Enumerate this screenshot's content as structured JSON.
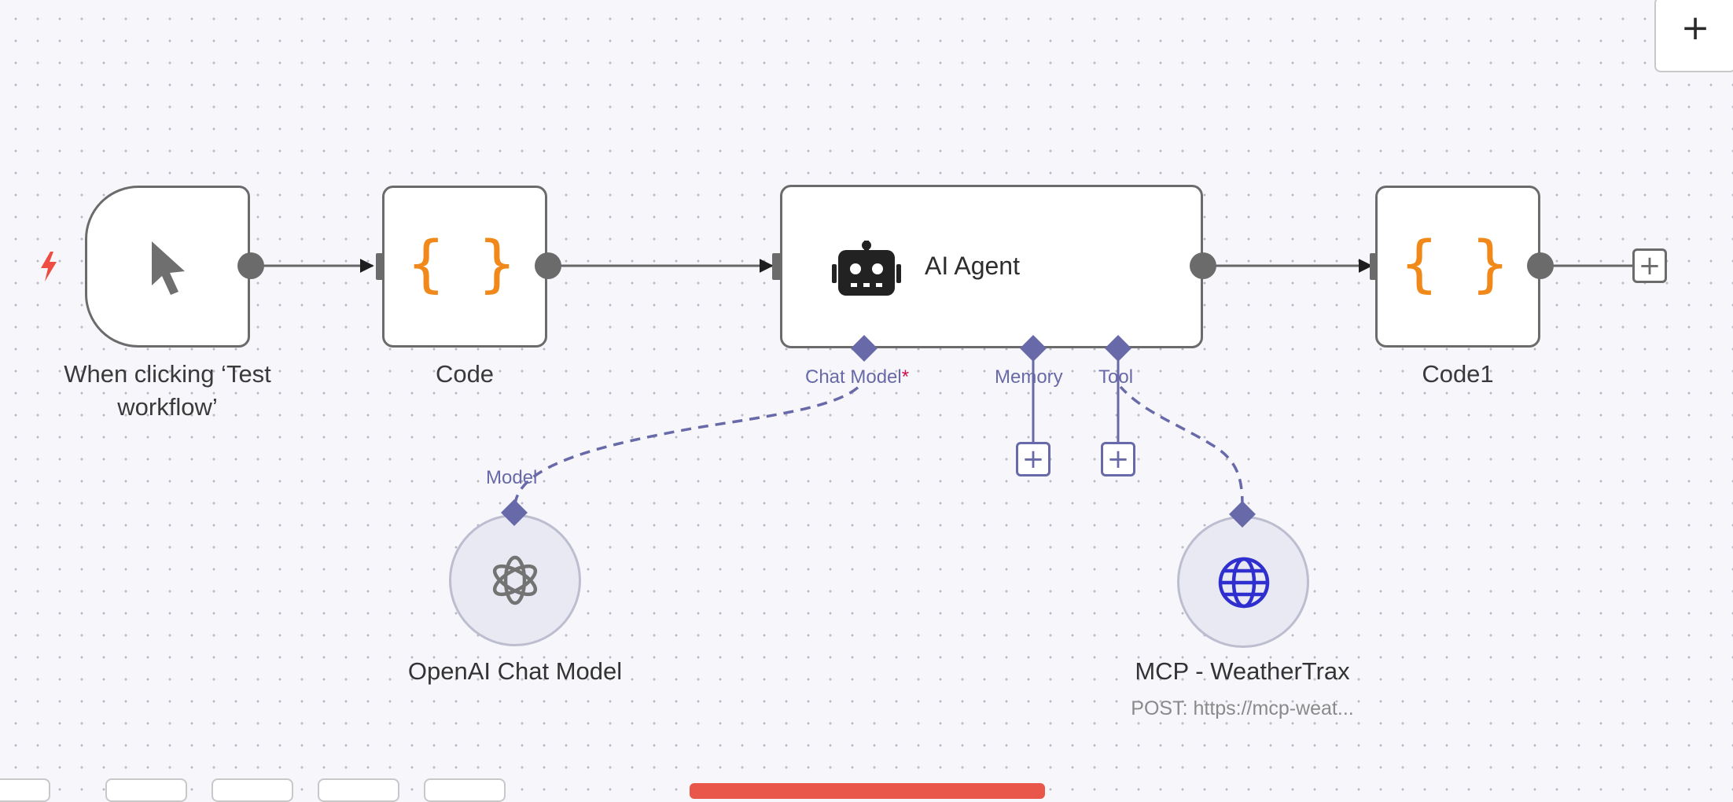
{
  "toolbar": {
    "add_node_label": "+"
  },
  "trigger_node": {
    "label": "When clicking ‘Test workflow’",
    "icon": "cursor-icon"
  },
  "code_node": {
    "label": "Code",
    "icon": "braces-icon",
    "glyph": "{ }"
  },
  "agent_node": {
    "title": "AI Agent",
    "icon": "robot-icon",
    "ports": {
      "chat_model": "Chat Model",
      "chat_model_required": "*",
      "memory": "Memory",
      "tool": "Tool"
    }
  },
  "code1_node": {
    "label": "Code1",
    "icon": "braces-icon",
    "glyph": "{ }"
  },
  "openai_node": {
    "label": "OpenAI Chat Model",
    "port_label": "Model",
    "icon": "openai-icon"
  },
  "mcp_node": {
    "label": "MCP - WeatherTrax",
    "subtitle": "POST: https://mcp-weat...",
    "icon": "globe-icon"
  },
  "colors": {
    "accent": "#6869a8",
    "node_border": "#6b6b6b",
    "code_orange": "#f0891a",
    "trigger_red": "#ee4e42",
    "globe_blue": "#2f2fcf"
  }
}
